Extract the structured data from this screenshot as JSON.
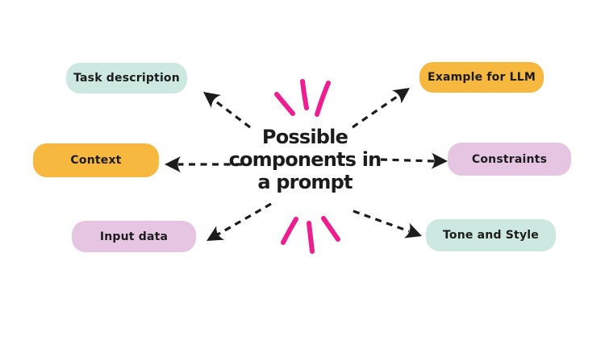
{
  "diagram": {
    "title": "Possible components in a prompt",
    "title_lines": [
      "Possible",
      "components in",
      "a prompt"
    ],
    "nodes": [
      {
        "id": "task-description",
        "label": "Task description",
        "color": "#cde8e0"
      },
      {
        "id": "example-for-llm",
        "label": "Example for LLM",
        "color": "#f6b83f"
      },
      {
        "id": "context",
        "label": "Context",
        "color": "#f6b83f"
      },
      {
        "id": "constraints",
        "label": "Constraints",
        "color": "#e6c5e2"
      },
      {
        "id": "input-data",
        "label": "Input data",
        "color": "#e6c5e2"
      },
      {
        "id": "tone-and-style",
        "label": "Tone and Style",
        "color": "#cde8e0"
      }
    ],
    "colors": {
      "background": "#ffffff",
      "ink": "#1c1c1c",
      "accent_magenta": "#ec1e90",
      "mint": "#cde8e0",
      "orange": "#f6b83f",
      "lavender": "#e6c5e2"
    }
  }
}
